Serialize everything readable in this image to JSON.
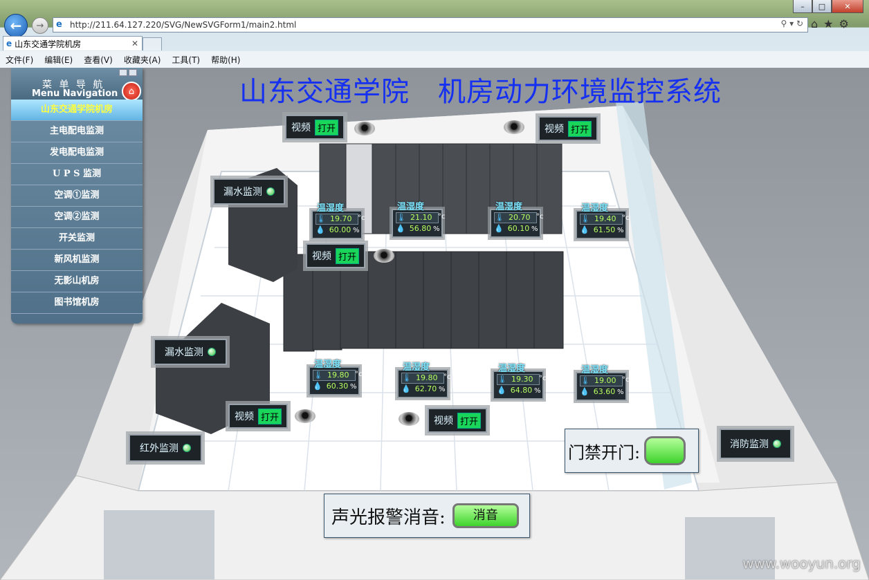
{
  "browser": {
    "url": "http://211.64.127.220/SVG/NewSVGForm1/main2.html",
    "tab_title": "山东交通学院机房",
    "menu": [
      "文件(F)",
      "编辑(E)",
      "查看(V)",
      "收藏夹(A)",
      "工具(T)",
      "帮助(H)"
    ]
  },
  "sidebar": {
    "title_cn": "菜 单 导 航",
    "title_en": "Menu Navigation",
    "items": [
      {
        "label": "山东交通学院机房"
      },
      {
        "label": "主电配电监测"
      },
      {
        "label": "发电配电监测"
      },
      {
        "label": "U P S 监测"
      },
      {
        "label": "空调①监测"
      },
      {
        "label": "空调②监测"
      },
      {
        "label": "开关监测"
      },
      {
        "label": "新风机监测"
      },
      {
        "label": "无影山机房"
      },
      {
        "label": "图书馆机房"
      }
    ]
  },
  "page_title": "山东交通学院　机房动力环境监控系统",
  "video": {
    "label": "视频",
    "button": "打开"
  },
  "leak_label": "漏水监测",
  "infrared_label": "红外监测",
  "fire_label": "消防监测",
  "th_label": "温湿度",
  "th_units": {
    "temp": "°c",
    "hum": "%"
  },
  "sensors": [
    {
      "temp": "19.70",
      "hum": "60.00"
    },
    {
      "temp": "21.10",
      "hum": "56.80"
    },
    {
      "temp": "20.70",
      "hum": "60.10"
    },
    {
      "temp": "19.40",
      "hum": "61.50"
    },
    {
      "temp": "19.80",
      "hum": "60.30"
    },
    {
      "temp": "19.80",
      "hum": "62.70"
    },
    {
      "temp": "19.30",
      "hum": "64.80"
    },
    {
      "temp": "19.00",
      "hum": "63.60"
    }
  ],
  "door": {
    "label": "门禁开门:"
  },
  "alarm": {
    "label": "声光报警消音:",
    "button": "消音"
  },
  "watermark": "www.wooyun.org"
}
